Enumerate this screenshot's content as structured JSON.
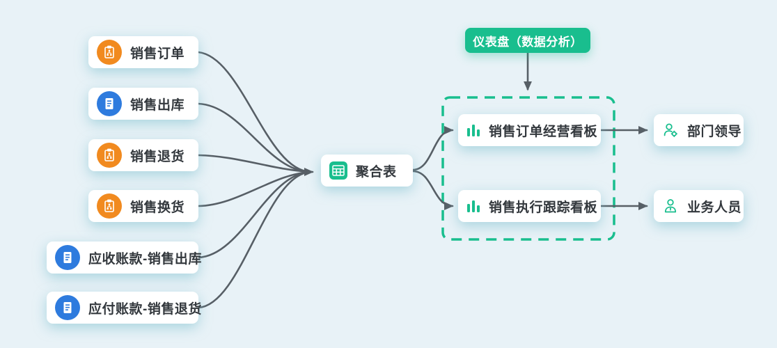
{
  "diagram": {
    "sources": [
      {
        "label": "销售订单",
        "icon": "clipboard-flow-icon",
        "color": "#f18a1f"
      },
      {
        "label": "销售出库",
        "icon": "document-icon",
        "color": "#2e7bde"
      },
      {
        "label": "销售退货",
        "icon": "clipboard-flow-icon",
        "color": "#f18a1f"
      },
      {
        "label": "销售换货",
        "icon": "clipboard-flow-icon",
        "color": "#f18a1f"
      },
      {
        "label": "应收账款-销售出库",
        "icon": "document-icon",
        "color": "#2e7bde"
      },
      {
        "label": "应付账款-销售退货",
        "icon": "document-icon",
        "color": "#2e7bde"
      }
    ],
    "aggregate": {
      "label": "聚合表",
      "icon": "table-grid-icon"
    },
    "badge": {
      "label": "仪表盘（数据分析）"
    },
    "dashboards": [
      {
        "label": "销售订单经营看板",
        "icon": "bar-chart-icon"
      },
      {
        "label": "销售执行跟踪看板",
        "icon": "bar-chart-icon"
      }
    ],
    "roles": [
      {
        "label": "部门领导",
        "icon": "user-gear-icon"
      },
      {
        "label": "业务人员",
        "icon": "user-icon"
      }
    ],
    "colors": {
      "background": "#e8f2f7",
      "accent_green": "#19be8e",
      "icon_orange": "#f18a1f",
      "icon_blue": "#2e7bde",
      "connector_gray": "#575f66",
      "text": "#33383d"
    }
  }
}
